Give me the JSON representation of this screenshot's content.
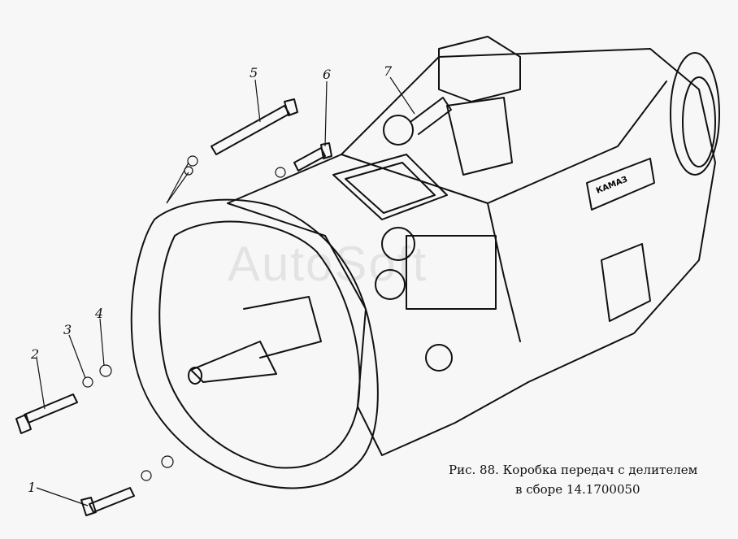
{
  "figure": {
    "callouts": [
      "1",
      "2",
      "3",
      "4",
      "5",
      "6",
      "7"
    ],
    "caption_line1": "Рис. 88. Коробка передач с делителем",
    "caption_line2": "в сборе 14.1700050",
    "nameplate": "КАМАЗ",
    "watermark": "AutoSoft"
  }
}
